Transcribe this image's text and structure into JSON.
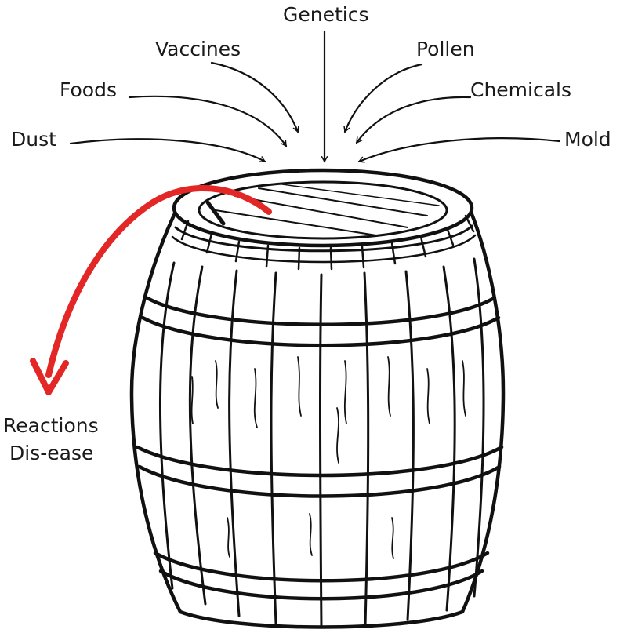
{
  "inputs": {
    "genetics": "Genetics",
    "vaccines": "Vaccines",
    "pollen": "Pollen",
    "foods": "Foods",
    "chemicals": "Chemicals",
    "dust": "Dust",
    "mold": "Mold"
  },
  "outputs": {
    "line1": "Reactions",
    "line2": "Dis-ease"
  },
  "colors": {
    "ink": "#111111",
    "overflow_arrow": "#e32626"
  }
}
